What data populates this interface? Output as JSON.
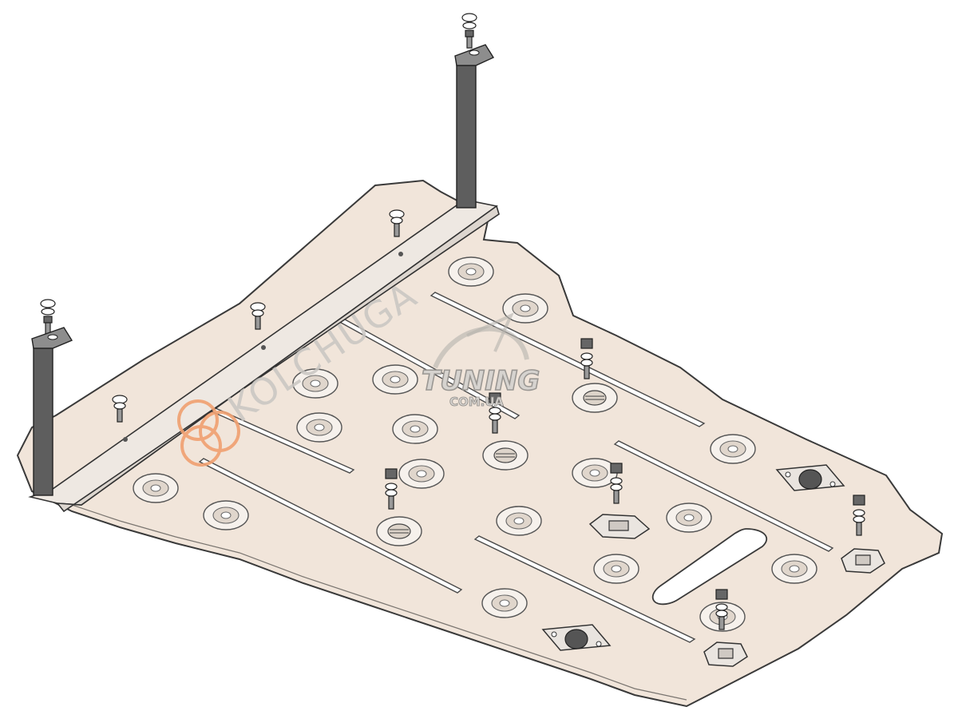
{
  "watermarks": {
    "brand": "KOLCHUGA",
    "site_main": "TUNING",
    "site_domain": "COM.UA",
    "logo_color": "#f0a070"
  },
  "colors": {
    "plate_fill": "#f1e5da",
    "plate_stroke": "#3a3a3a",
    "bracket_fill": "#5e5e5e",
    "bracket_face": "#8d8d8d",
    "crossbar_fill": "#eee8e2",
    "hole_ring": "#f6f1ec",
    "hole_center": "#e0d6cc"
  },
  "parts": [
    "skid-plate",
    "rear-crossbar",
    "left-bracket",
    "right-bracket",
    "stamped-holes",
    "stiffening-ribs",
    "mounting-clips",
    "bolt-sets",
    "drain-slot"
  ]
}
